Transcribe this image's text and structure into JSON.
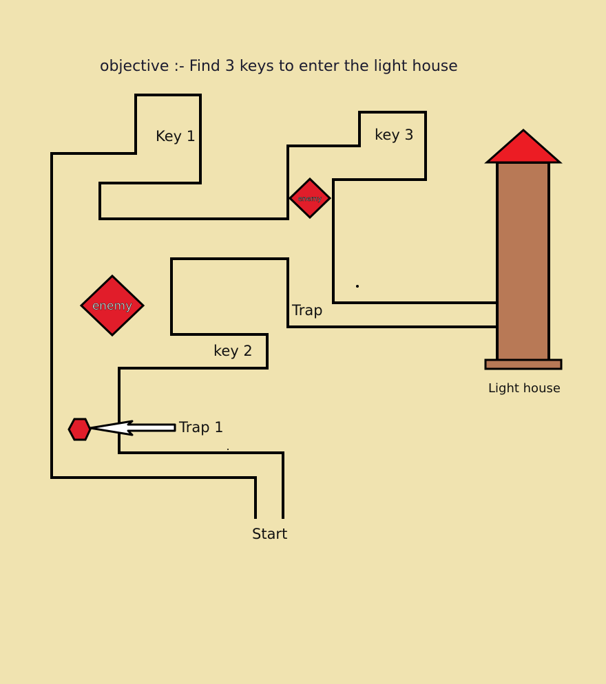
{
  "objective": "objective :- Find 3 keys to enter the light house",
  "labels": {
    "key1": "Key 1",
    "key2": "key 2",
    "key3": "key 3",
    "trap": "Trap",
    "trap1": "Trap 1",
    "start": "Start",
    "lighthouse": "Light house"
  },
  "enemies": {
    "large": "enemy",
    "small": "enemy"
  },
  "colors": {
    "background": "#f0e3b0",
    "walls": "#000000",
    "enemy_fill": "#e11d2a",
    "lighthouse_body": "#b87956",
    "lighthouse_roof": "#ec1c24",
    "trap_marker": "#e11d2a"
  },
  "icons": {
    "enemy": "red-diamond",
    "trap": "red-hexagon-with-arrow",
    "lighthouse": "brown-tower-red-roof"
  }
}
